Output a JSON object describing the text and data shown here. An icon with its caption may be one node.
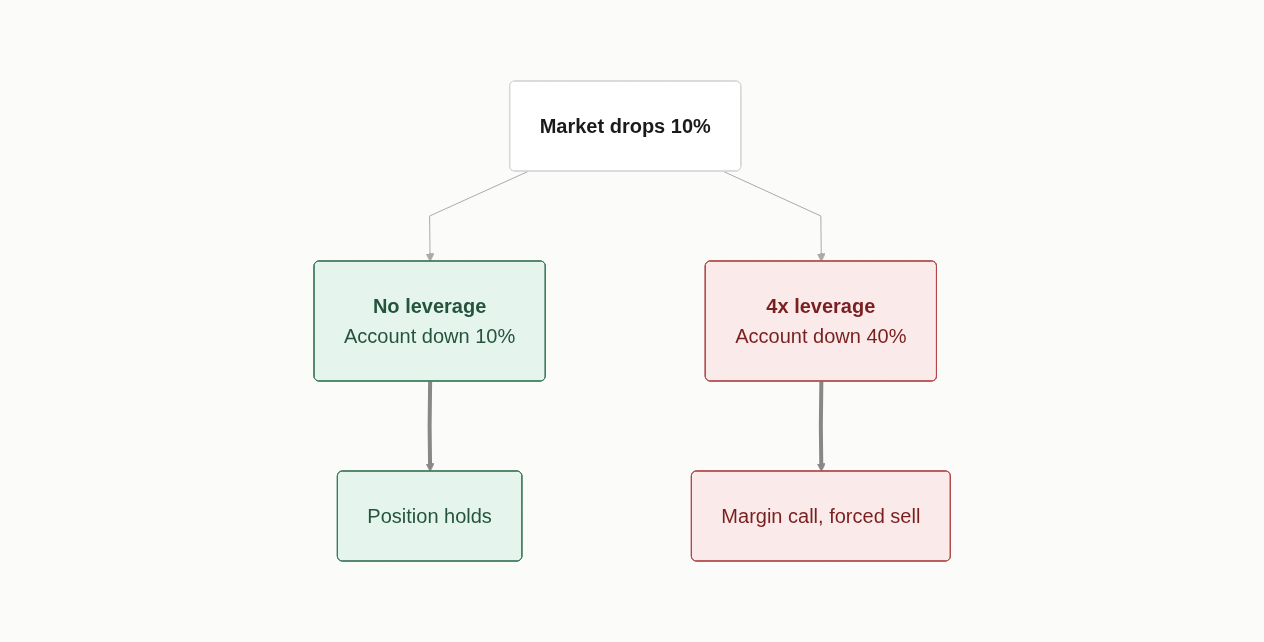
{
  "diagram": {
    "nodes": [
      {
        "text": [
          "Market drops 10%"
        ]
      },
      {
        "text": [
          "No leverage",
          "Account down 10%"
        ]
      },
      {
        "text": [
          "4x leverage",
          "Account down 40%"
        ]
      },
      {
        "text": [
          "Position holds"
        ]
      },
      {
        "text": [
          "Margin call, forced sell"
        ]
      }
    ],
    "edges": [
      {
        "from": 0,
        "to": 1,
        "arrow": "to"
      },
      {
        "from": 0,
        "to": 2,
        "arrow": "to"
      },
      {
        "from": 1,
        "to": 3,
        "arrow": "to",
        "style": "thick"
      },
      {
        "from": 2,
        "to": 4,
        "arrow": "to",
        "style": "thick"
      }
    ]
  }
}
